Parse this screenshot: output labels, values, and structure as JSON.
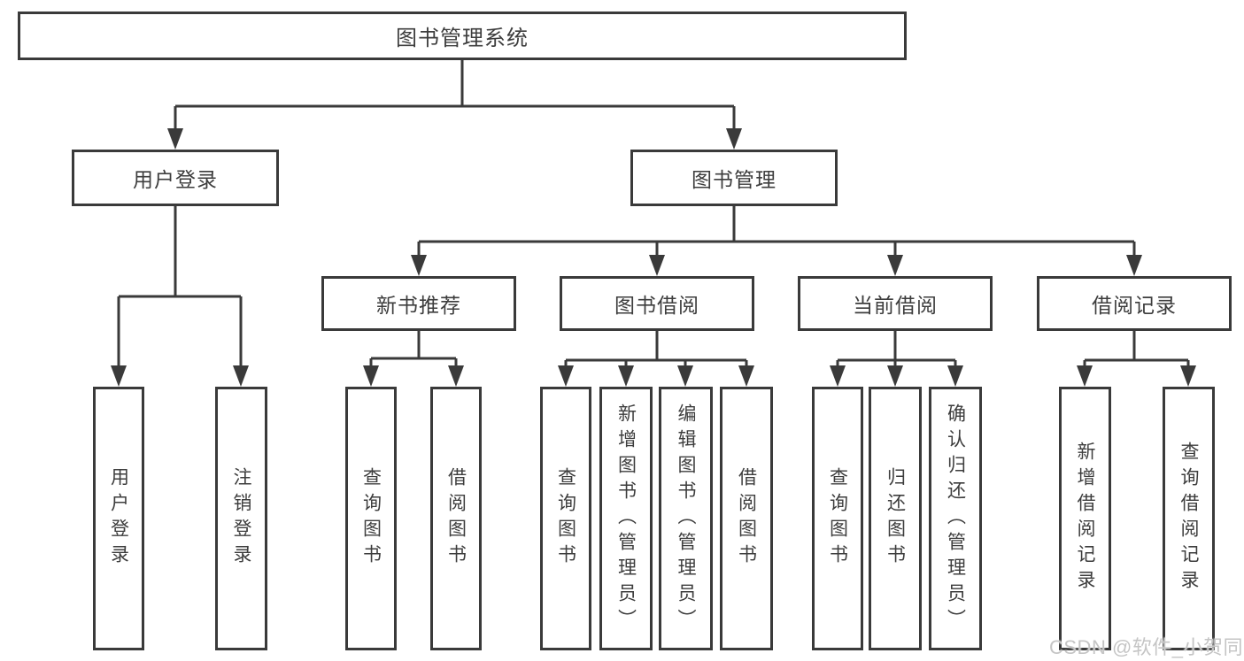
{
  "nodes": {
    "root": {
      "label": "图书管理系统"
    },
    "user_login": {
      "label": "用户登录"
    },
    "book_mgmt": {
      "label": "图书管理"
    },
    "new_book_rec": {
      "label": "新书推荐"
    },
    "book_borrow": {
      "label": "图书借阅"
    },
    "current_borrow": {
      "label": "当前借阅"
    },
    "borrow_record": {
      "label": "借阅记录"
    }
  },
  "leaves": {
    "user_login": [
      {
        "label": "用户登录"
      },
      {
        "label": "注销登录"
      }
    ],
    "new_book_rec": [
      {
        "label": "查询图书"
      },
      {
        "label": "借阅图书"
      }
    ],
    "book_borrow": [
      {
        "label": "查询图书"
      },
      {
        "label": "新增图书（管理员）"
      },
      {
        "label": "编辑图书（管理员）"
      },
      {
        "label": "借阅图书"
      }
    ],
    "current_borrow": [
      {
        "label": "查询图书"
      },
      {
        "label": "归还图书"
      },
      {
        "label": "确认归还（管理员）"
      }
    ],
    "borrow_record": [
      {
        "label": "新增借阅记录"
      },
      {
        "label": "查询借阅记录"
      }
    ]
  },
  "watermark": {
    "text": "CSDN @软件_小贺同学"
  },
  "colors": {
    "line": "#3a3a3a",
    "text": "#3d3d3d",
    "box_background": "#ffffff",
    "page_background": "#ffffff",
    "watermark": "#c5c5c5"
  }
}
